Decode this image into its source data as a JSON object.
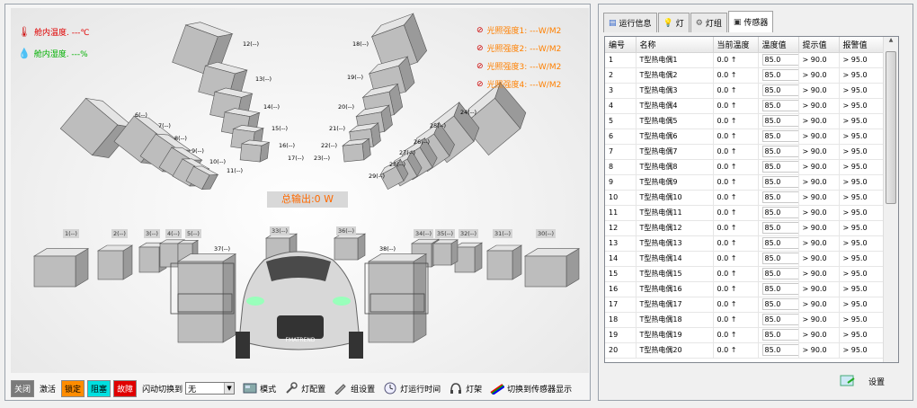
{
  "status": {
    "cabin_temp": "舱内温度. ---℃",
    "cabin_humidity": "舱内湿度. ---%",
    "light_1": "光照强度1: ---W/M2",
    "light_2": "光照强度2: ---W/M2",
    "light_3": "光照强度3: ---W/M2",
    "light_4": "光照强度4: ---W/M2",
    "total_output": "总输出:0 W",
    "colors": {
      "temp": "#e00000",
      "humidity": "#00b000",
      "light": "#ff8000"
    }
  },
  "lamps": [
    "1(--)",
    "2(--)",
    "3(--)",
    "4(--)",
    "5(--)",
    "6(--)",
    "7(--)",
    "8(--)",
    "9(--)",
    "10(--)",
    "11(--)",
    "12(--)",
    "13(--)",
    "14(--)",
    "15(--)",
    "16(--)",
    "17(--)",
    "18(--)",
    "19(--)",
    "20(--)",
    "21(--)",
    "22(--)",
    "23(--)",
    "24(--)",
    "25(--)",
    "26(--)",
    "27(--)",
    "28(--)",
    "29(--)",
    "30(--)",
    "31(--)",
    "32(--)",
    "33(--)",
    "34(--)",
    "35(--)",
    "36(--)",
    "37(--)",
    "38(--)"
  ],
  "plate": "FMATREND",
  "bottombar": {
    "close": "关闭",
    "activate": "激活",
    "lock": "锁定",
    "block": "阻塞",
    "fault": "故障",
    "flash_switch": "闪动切换到",
    "flash_value": "无",
    "mode": "模式",
    "lamp_config": "灯配置",
    "group_settings": "组设置",
    "lamp_runtime": "灯运行时间",
    "lamp_rack": "灯架",
    "switch_sensor": "切换到传感器显示",
    "chip_colors": {
      "close": "#7a7a7a",
      "lock": "#ff8c00",
      "block": "#00e0e0",
      "fault": "#e00000"
    }
  },
  "tabs": [
    "运行信息",
    "灯",
    "灯组",
    "传感器"
  ],
  "table": {
    "headers": [
      "编号",
      "名称",
      "当前温度",
      "温度值",
      "提示值",
      "报警值"
    ],
    "rows": [
      [
        "1",
        "T型热电偶1",
        "0.0 ↑",
        "85.0",
        "> 90.0",
        "> 95.0"
      ],
      [
        "2",
        "T型热电偶2",
        "0.0 ↑",
        "85.0",
        "> 90.0",
        "> 95.0"
      ],
      [
        "3",
        "T型热电偶3",
        "0.0 ↑",
        "85.0",
        "> 90.0",
        "> 95.0"
      ],
      [
        "4",
        "T型热电偶4",
        "0.0 ↑",
        "85.0",
        "> 90.0",
        "> 95.0"
      ],
      [
        "5",
        "T型热电偶5",
        "0.0 ↑",
        "85.0",
        "> 90.0",
        "> 95.0"
      ],
      [
        "6",
        "T型热电偶6",
        "0.0 ↑",
        "85.0",
        "> 90.0",
        "> 95.0"
      ],
      [
        "7",
        "T型热电偶7",
        "0.0 ↑",
        "85.0",
        "> 90.0",
        "> 95.0"
      ],
      [
        "8",
        "T型热电偶8",
        "0.0 ↑",
        "85.0",
        "> 90.0",
        "> 95.0"
      ],
      [
        "9",
        "T型热电偶9",
        "0.0 ↑",
        "85.0",
        "> 90.0",
        "> 95.0"
      ],
      [
        "10",
        "T型热电偶10",
        "0.0 ↑",
        "85.0",
        "> 90.0",
        "> 95.0"
      ],
      [
        "11",
        "T型热电偶11",
        "0.0 ↑",
        "85.0",
        "> 90.0",
        "> 95.0"
      ],
      [
        "12",
        "T型热电偶12",
        "0.0 ↑",
        "85.0",
        "> 90.0",
        "> 95.0"
      ],
      [
        "13",
        "T型热电偶13",
        "0.0 ↑",
        "85.0",
        "> 90.0",
        "> 95.0"
      ],
      [
        "14",
        "T型热电偶14",
        "0.0 ↑",
        "85.0",
        "> 90.0",
        "> 95.0"
      ],
      [
        "15",
        "T型热电偶15",
        "0.0 ↑",
        "85.0",
        "> 90.0",
        "> 95.0"
      ],
      [
        "16",
        "T型热电偶16",
        "0.0 ↑",
        "85.0",
        "> 90.0",
        "> 95.0"
      ],
      [
        "17",
        "T型热电偶17",
        "0.0 ↑",
        "85.0",
        "> 90.0",
        "> 95.0"
      ],
      [
        "18",
        "T型热电偶18",
        "0.0 ↑",
        "85.0",
        "> 90.0",
        "> 95.0"
      ],
      [
        "19",
        "T型热电偶19",
        "0.0 ↑",
        "85.0",
        "> 90.0",
        "> 95.0"
      ],
      [
        "20",
        "T型热电偶20",
        "0.0 ↑",
        "85.0",
        "> 90.0",
        "> 95.0"
      ]
    ]
  },
  "settings_label": "设置"
}
